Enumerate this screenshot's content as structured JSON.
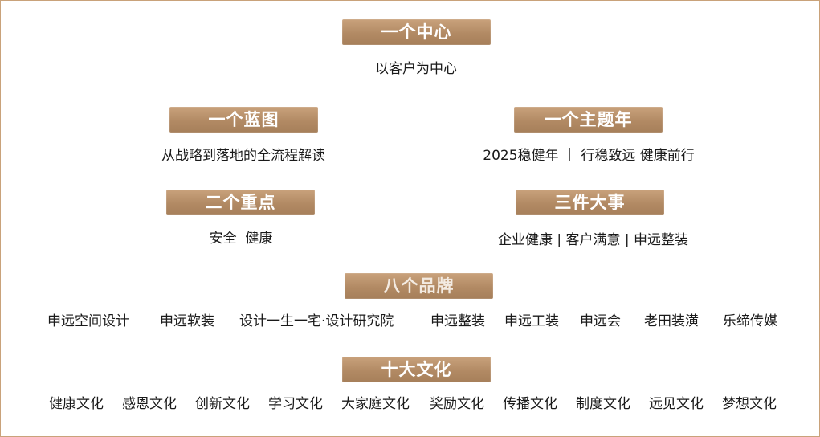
{
  "sections": {
    "center": {
      "title": "一个中心",
      "desc": "以客户为中心"
    },
    "blueprint": {
      "title": "一个蓝图",
      "desc": "从战略到落地的全流程解读"
    },
    "theme_year": {
      "title": "一个主题年",
      "desc": "2025稳健年 ｜ 行稳致远 健康前行"
    },
    "two_points": {
      "title": "二个重点",
      "desc": "安全  健康"
    },
    "three_things": {
      "title": "三件大事",
      "desc": "企业健康 | 客户满意 | 申远整装"
    },
    "eight_brands": {
      "title": "八个品牌",
      "items": [
        "申远空间设计",
        "申远软装",
        "设计一生一宅·设计研究院",
        "申远整装",
        "申远工装",
        "申远会",
        "老田装潢",
        "乐缔传媒"
      ]
    },
    "ten_cultures": {
      "title": "十大文化",
      "items": [
        "健康文化",
        "感恩文化",
        "创新文化",
        "学习文化",
        "大家庭文化",
        "奖励文化",
        "传播文化",
        "制度文化",
        "远见文化",
        "梦想文化"
      ]
    }
  },
  "colors": {
    "badge": "#b28a64",
    "border": "#c9a27a",
    "text": "#1a1a1a"
  }
}
